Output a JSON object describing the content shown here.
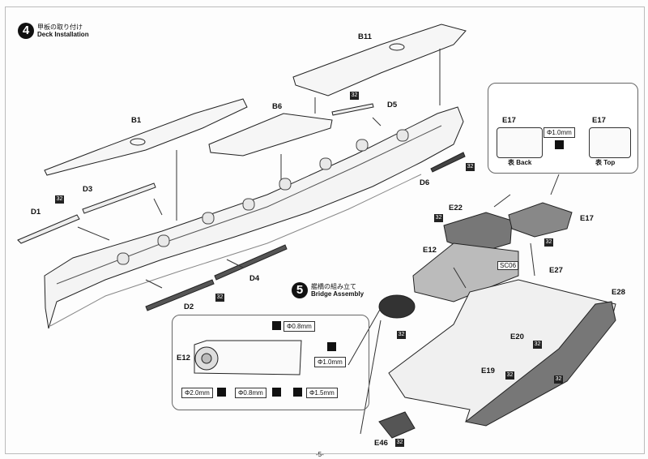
{
  "step4": {
    "number": "4",
    "title_jp": "甲板の取り付け",
    "title_en": "Deck Installation"
  },
  "step5": {
    "number": "5",
    "title_jp": "艦橋の組み立て",
    "title_en": "Bridge Assembly"
  },
  "parts": {
    "b11": "B11",
    "b1": "B1",
    "b6": "B6",
    "d5": "D5",
    "d6": "D6",
    "d3": "D3",
    "d1": "D1",
    "d4": "D4",
    "d2": "D2",
    "e22": "E22",
    "e17a": "E17",
    "e17b": "E17",
    "e17c": "E17",
    "e12": "E12",
    "e12b": "E12",
    "sc06": "SC06",
    "e27": "E27",
    "e28": "E28",
    "e20": "E20",
    "e19": "E19",
    "e46": "E46"
  },
  "qty": "32",
  "drills": {
    "d08a": "Φ0.8mm",
    "d10a": "Φ1.0mm",
    "d20": "Φ2.0mm",
    "d08b": "Φ0.8mm",
    "d15": "Φ1.5mm",
    "d10b": "Φ1.0mm"
  },
  "e17_views": {
    "back_jp": "表",
    "back_en": "Back",
    "top_jp": "表",
    "top_en": "Top"
  },
  "page_number": "-5-"
}
